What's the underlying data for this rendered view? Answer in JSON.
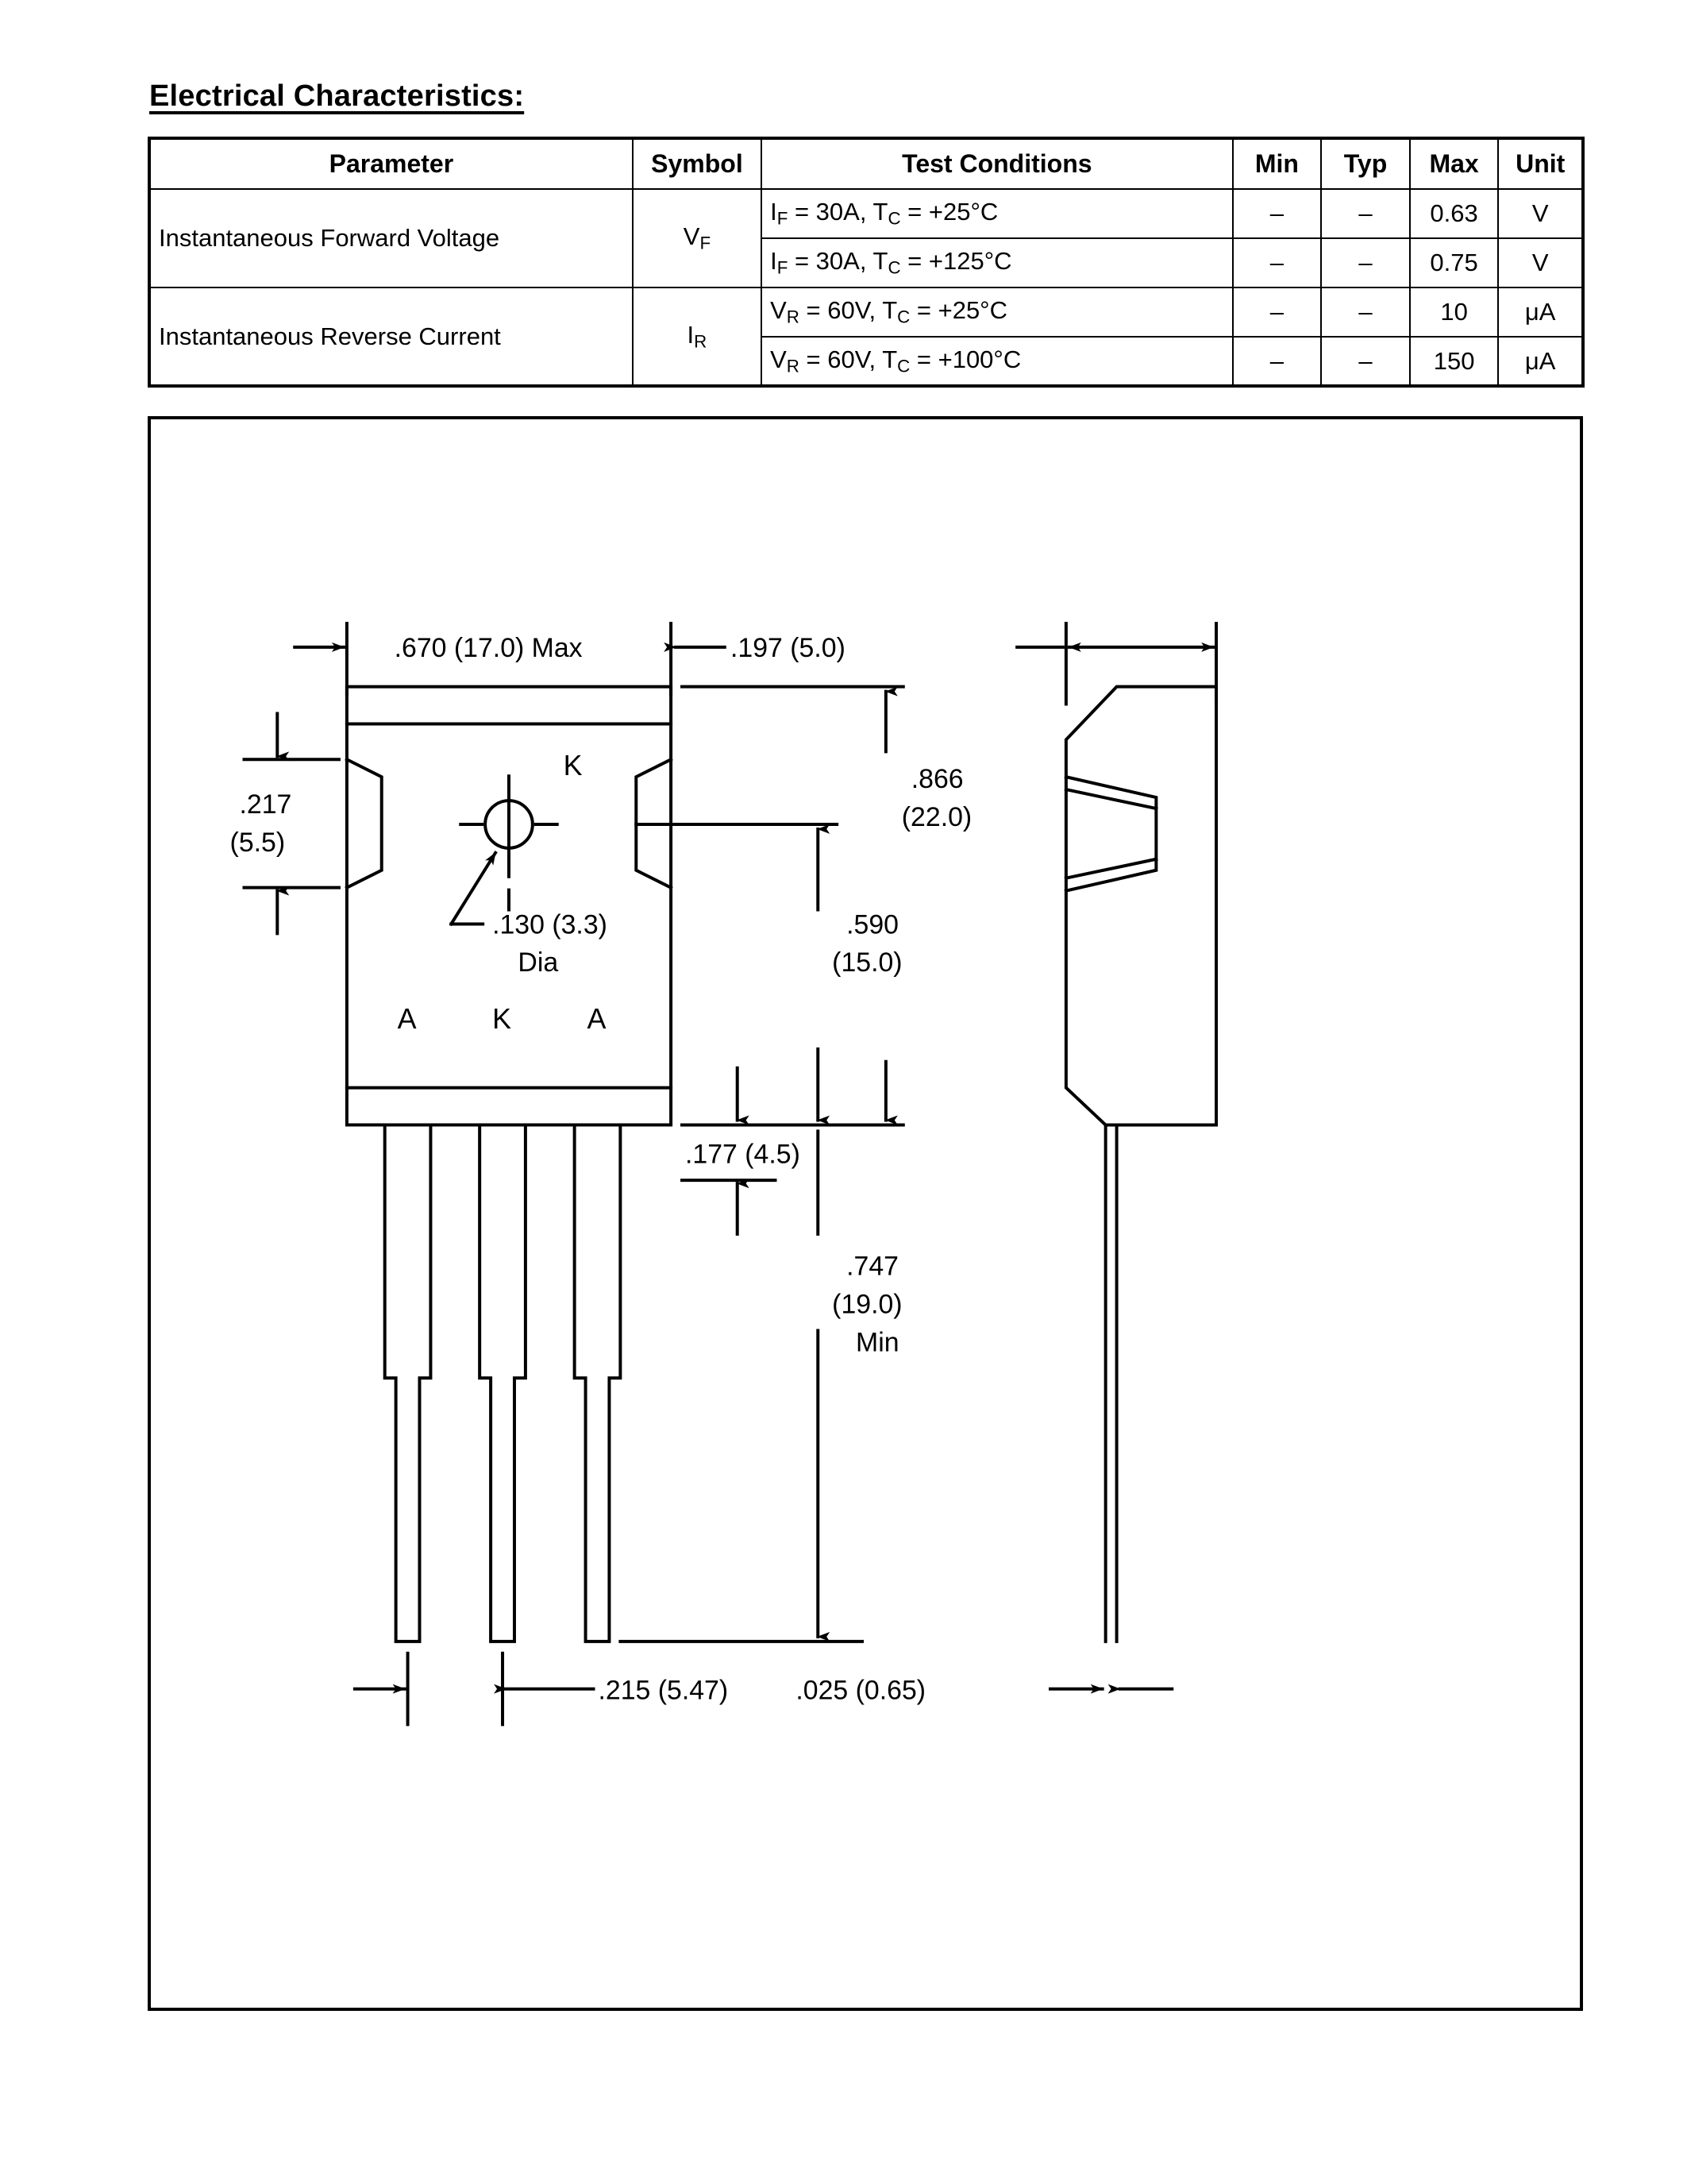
{
  "heading": "Electrical Characteristics:",
  "table": {
    "columns": [
      "Parameter",
      "Symbol",
      "Test Conditions",
      "Min",
      "Typ",
      "Max",
      "Unit"
    ],
    "rows": [
      {
        "parameter": "Instantaneous Forward Voltage",
        "symbol_base": "V",
        "symbol_sub": "F",
        "condition_a": "I",
        "condition_a_sub": "F",
        "condition_rest": " = 30A, T",
        "condition_b_sub": "C",
        "condition_tail": " = +25°C",
        "min": "–",
        "typ": "–",
        "max": "0.63",
        "unit": "V"
      },
      {
        "parameter": "",
        "symbol_base": "",
        "symbol_sub": "",
        "condition_a": "I",
        "condition_a_sub": "F",
        "condition_rest": " = 30A, T",
        "condition_b_sub": "C",
        "condition_tail": " = +125°C",
        "min": "–",
        "typ": "–",
        "max": "0.75",
        "unit": "V"
      },
      {
        "parameter": "Instantaneous Reverse Current",
        "symbol_base": "I",
        "symbol_sub": "R",
        "condition_a": "V",
        "condition_a_sub": "R",
        "condition_rest": " = 60V, T",
        "condition_b_sub": "C",
        "condition_tail": " = +25°C",
        "min": "–",
        "typ": "–",
        "max": "10",
        "unit": "μA"
      },
      {
        "parameter": "",
        "symbol_base": "",
        "symbol_sub": "",
        "condition_a": "V",
        "condition_a_sub": "R",
        "condition_rest": " = 60V, T",
        "condition_b_sub": "C",
        "condition_tail": " = +100°C",
        "min": "–",
        "typ": "–",
        "max": "150",
        "unit": "μA"
      }
    ]
  },
  "drawing": {
    "dimensions": {
      "width_overall": ".670 (17.0) Max",
      "thickness": ".197 (5.0)",
      "tab_height": ".217",
      "tab_height_mm": "(5.5)",
      "hole_dia": ".130 (3.3)",
      "hole_dia_label": "Dia",
      "body_height": ".866",
      "body_height_mm": "(22.0)",
      "hole_to_base": ".590",
      "hole_to_base_mm": "(15.0)",
      "shoulder": ".177 (4.5)",
      "lead_length": ".747",
      "lead_length_mm": "(19.0)",
      "lead_length_qual": "Min",
      "lead_pitch": ".215 (5.47)",
      "lead_thickness": ".025 (0.65)"
    },
    "pin_labels": {
      "hole_marker": "K",
      "pin1": "A",
      "pin2": "K",
      "pin3": "A"
    }
  }
}
